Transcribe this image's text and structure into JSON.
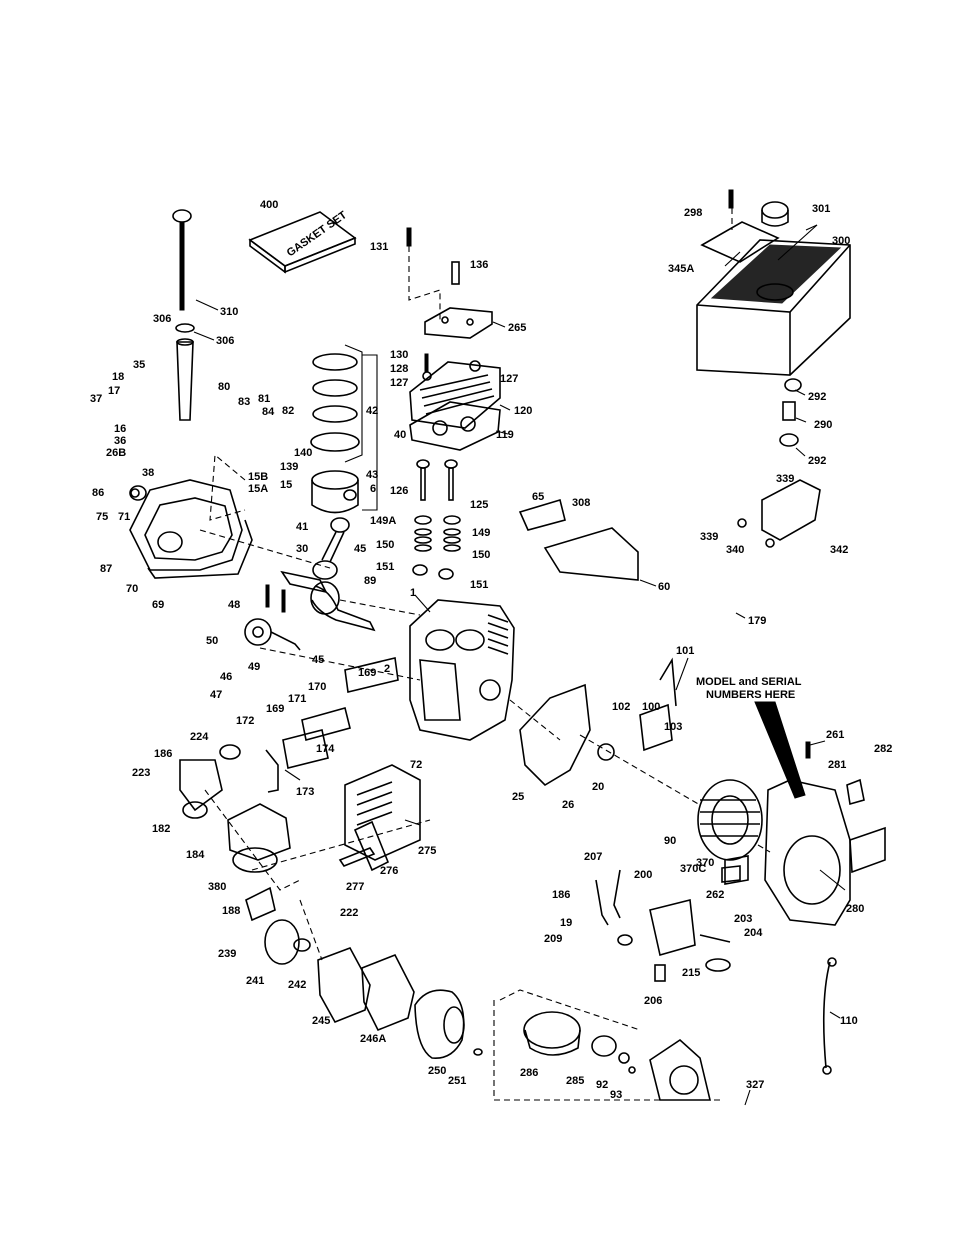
{
  "note": {
    "line1": "MODEL and SERIAL",
    "line2": "NUMBERS HERE"
  },
  "gasket_set_text": "GASKET SET",
  "labels": [
    "400",
    "131",
    "136",
    "298",
    "301",
    "300",
    "345A",
    "310",
    "306",
    "306",
    "265",
    "35",
    "18",
    "17",
    "37",
    "16",
    "36",
    "26B",
    "38",
    "80",
    "83",
    "81",
    "84",
    "82",
    "140",
    "139",
    "15B",
    "15A",
    "15",
    "86",
    "75",
    "71",
    "87",
    "70",
    "69",
    "42",
    "40",
    "43",
    "6",
    "41",
    "130",
    "128",
    "127",
    "127",
    "120",
    "119",
    "126",
    "125",
    "149A",
    "149",
    "150",
    "150",
    "151",
    "151",
    "65",
    "308",
    "292",
    "290",
    "292",
    "339",
    "339",
    "340",
    "342",
    "60",
    "30",
    "45",
    "48",
    "89",
    "50",
    "49",
    "45",
    "46",
    "47",
    "179",
    "1",
    "2",
    "169",
    "170",
    "171",
    "169",
    "172",
    "174",
    "173",
    "72",
    "101",
    "102",
    "100",
    "103",
    "25",
    "26",
    "20",
    "224",
    "186",
    "223",
    "182",
    "184",
    "380",
    "188",
    "90",
    "261",
    "282",
    "281",
    "276",
    "275",
    "277",
    "207",
    "370C",
    "370",
    "200",
    "262",
    "186",
    "19",
    "209",
    "203",
    "204",
    "215",
    "206",
    "280",
    "222",
    "239",
    "241",
    "242",
    "245",
    "246A",
    "250",
    "251",
    "110",
    "286",
    "285",
    "92",
    "93",
    "327"
  ]
}
